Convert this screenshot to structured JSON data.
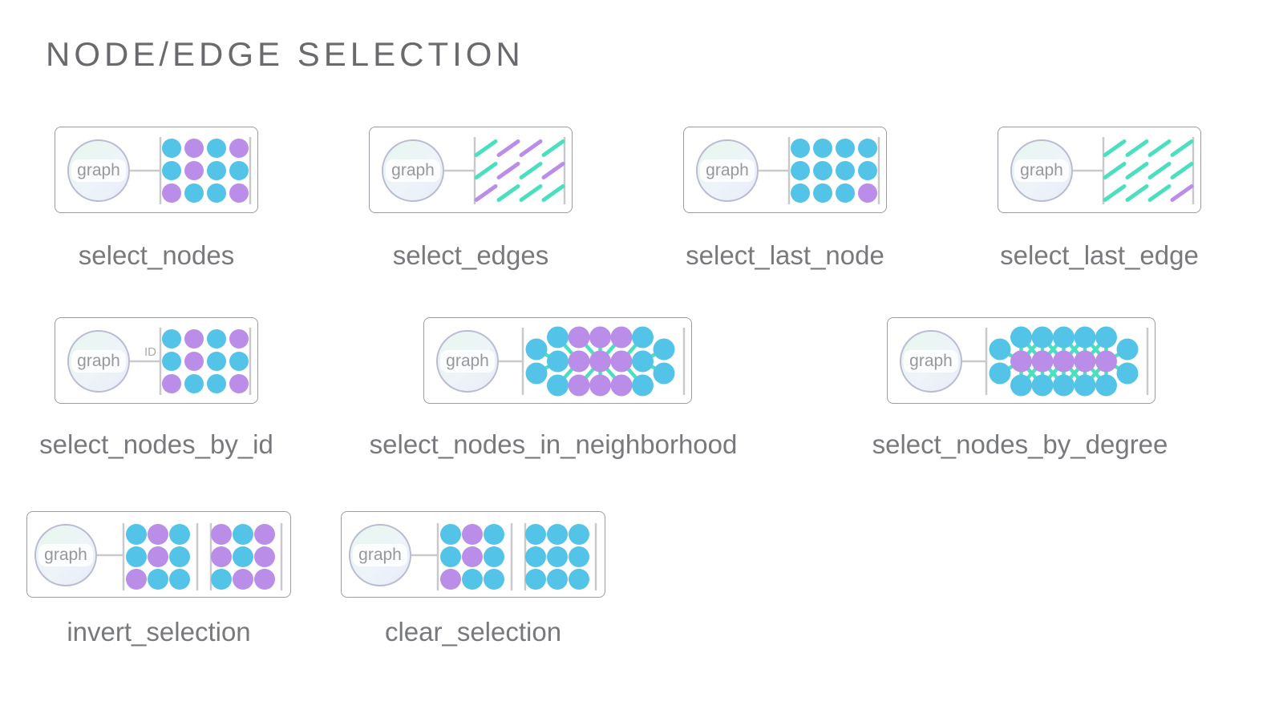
{
  "page": {
    "title": "NODE/EDGE SELECTION"
  },
  "graph_pill_label": "graph",
  "colors": {
    "node_blue": "#54c3e8",
    "node_purple": "#ba8de8",
    "edge_teal": "#4bdfc0",
    "edge_purple": "#ba8de8",
    "card_border": "#9b9ca1",
    "bar_gray": "#c9c9cd",
    "circle_border": "#b9bbd3",
    "title_color": "#696a6e",
    "label_color": "#78797d",
    "badge_color": "#a9aaae"
  },
  "cards": [
    {
      "label": "select_nodes",
      "type": "dot-grid",
      "pattern": [
        "bpbp",
        "bpbb",
        "pbbp"
      ]
    },
    {
      "label": "select_edges",
      "type": "edge-grid",
      "pattern": [
        "tppt",
        "tptp",
        "pttt"
      ]
    },
    {
      "label": "select_last_node",
      "type": "dot-grid",
      "pattern": [
        "bbbb",
        "bbbb",
        "bbbp"
      ]
    },
    {
      "label": "select_last_edge",
      "type": "edge-grid",
      "pattern": [
        "tttt",
        "tttt",
        "tttp"
      ]
    },
    {
      "label": "select_nodes_by_id",
      "type": "dot-grid",
      "badge": "ID",
      "pattern": [
        "bpbp",
        "bpbb",
        "pbbp"
      ]
    },
    {
      "label": "select_nodes_in_neighborhood",
      "type": "network",
      "nodes": [
        [
          0,
          "u",
          "b"
        ],
        [
          0,
          "l",
          "b"
        ],
        [
          1,
          "t",
          "b"
        ],
        [
          1,
          "m",
          "b"
        ],
        [
          1,
          "b",
          "b"
        ],
        [
          2,
          "t",
          "p"
        ],
        [
          2,
          "m",
          "p"
        ],
        [
          2,
          "b",
          "p"
        ],
        [
          3,
          "t",
          "p"
        ],
        [
          3,
          "m",
          "p"
        ],
        [
          3,
          "b",
          "p"
        ],
        [
          4,
          "t",
          "p"
        ],
        [
          4,
          "m",
          "p"
        ],
        [
          4,
          "b",
          "p"
        ],
        [
          5,
          "t",
          "b"
        ],
        [
          5,
          "m",
          "b"
        ],
        [
          5,
          "b",
          "b"
        ],
        [
          6,
          "u",
          "b"
        ],
        [
          6,
          "l",
          "b"
        ]
      ],
      "links": [
        [
          0,
          3
        ],
        [
          1,
          3
        ],
        [
          2,
          6
        ],
        [
          4,
          6
        ],
        [
          3,
          6
        ],
        [
          5,
          9
        ],
        [
          7,
          9
        ],
        [
          8,
          9
        ],
        [
          10,
          9
        ],
        [
          11,
          9
        ],
        [
          13,
          9
        ],
        [
          6,
          9
        ],
        [
          9,
          12
        ],
        [
          14,
          12
        ],
        [
          16,
          12
        ],
        [
          12,
          15
        ],
        [
          15,
          17
        ],
        [
          15,
          18
        ]
      ]
    },
    {
      "label": "select_nodes_by_degree",
      "type": "network",
      "nodes": [
        [
          0,
          "u",
          "b"
        ],
        [
          0,
          "l",
          "b"
        ],
        [
          1,
          "t",
          "b"
        ],
        [
          1,
          "m",
          "p"
        ],
        [
          1,
          "b",
          "b"
        ],
        [
          2,
          "t",
          "b"
        ],
        [
          2,
          "m",
          "p"
        ],
        [
          2,
          "b",
          "b"
        ],
        [
          3,
          "t",
          "b"
        ],
        [
          3,
          "m",
          "p"
        ],
        [
          3,
          "b",
          "b"
        ],
        [
          4,
          "t",
          "b"
        ],
        [
          4,
          "m",
          "p"
        ],
        [
          4,
          "b",
          "b"
        ],
        [
          5,
          "t",
          "b"
        ],
        [
          5,
          "m",
          "p"
        ],
        [
          5,
          "b",
          "b"
        ],
        [
          6,
          "u",
          "b"
        ],
        [
          6,
          "l",
          "b"
        ]
      ],
      "links": [
        [
          0,
          3
        ],
        [
          1,
          3
        ],
        [
          2,
          3
        ],
        [
          3,
          4
        ],
        [
          5,
          6
        ],
        [
          6,
          7
        ],
        [
          8,
          9
        ],
        [
          9,
          10
        ],
        [
          11,
          12
        ],
        [
          12,
          13
        ],
        [
          14,
          15
        ],
        [
          15,
          16
        ],
        [
          3,
          6
        ],
        [
          6,
          9
        ],
        [
          9,
          12
        ],
        [
          12,
          15
        ],
        [
          3,
          5
        ],
        [
          3,
          7
        ],
        [
          6,
          2
        ],
        [
          6,
          4
        ],
        [
          6,
          8
        ],
        [
          6,
          10
        ],
        [
          9,
          5
        ],
        [
          9,
          7
        ],
        [
          9,
          11
        ],
        [
          9,
          13
        ],
        [
          12,
          8
        ],
        [
          12,
          10
        ],
        [
          12,
          14
        ],
        [
          12,
          16
        ],
        [
          15,
          11
        ],
        [
          15,
          13
        ],
        [
          15,
          17
        ],
        [
          15,
          18
        ]
      ]
    },
    {
      "label": "invert_selection",
      "type": "double-dot-grid",
      "grids": [
        [
          "bpb",
          "bpb",
          "pbb"
        ],
        [
          "pbp",
          "pbp",
          "bpp"
        ]
      ]
    },
    {
      "label": "clear_selection",
      "type": "double-dot-grid",
      "grids": [
        [
          "bpb",
          "bpb",
          "pbb"
        ],
        [
          "bbb",
          "bbb",
          "bbb"
        ]
      ]
    }
  ]
}
